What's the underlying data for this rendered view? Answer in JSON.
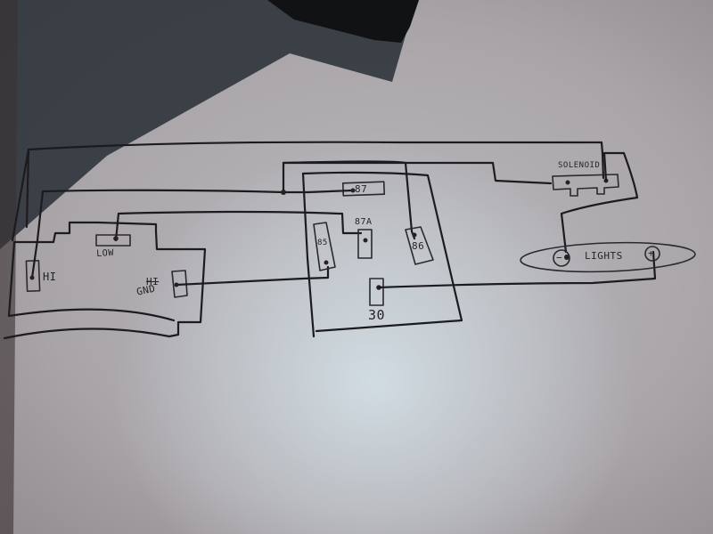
{
  "diagram": {
    "title": "",
    "type": "hand-drawn wiring diagram",
    "components": {
      "switch": {
        "labels": {
          "hi": "HI",
          "low": "LOW",
          "struck": "HI",
          "gnd": "GND"
        }
      },
      "relay": {
        "pins": {
          "p87": "87",
          "p87a": "87A",
          "p85": "85",
          "p86": "86",
          "p30": "30"
        }
      },
      "solenoid": {
        "label": "SOLENOID"
      },
      "lights": {
        "label": "LIGHTS",
        "neg": "−",
        "pos": "+"
      }
    },
    "connections": [
      "HI -> 87 (junction)",
      "LOW -> 87A",
      "GND -> 85",
      "87 -> 86",
      "87/top loop -> SOLENOID",
      "SOLENOID -> LIGHTS (−)",
      "30 -> LIGHTS (+)"
    ],
    "colors": {
      "ink": "#1c1b1f",
      "paper": "#b4b3b8",
      "shadow": "#2d3138"
    }
  }
}
